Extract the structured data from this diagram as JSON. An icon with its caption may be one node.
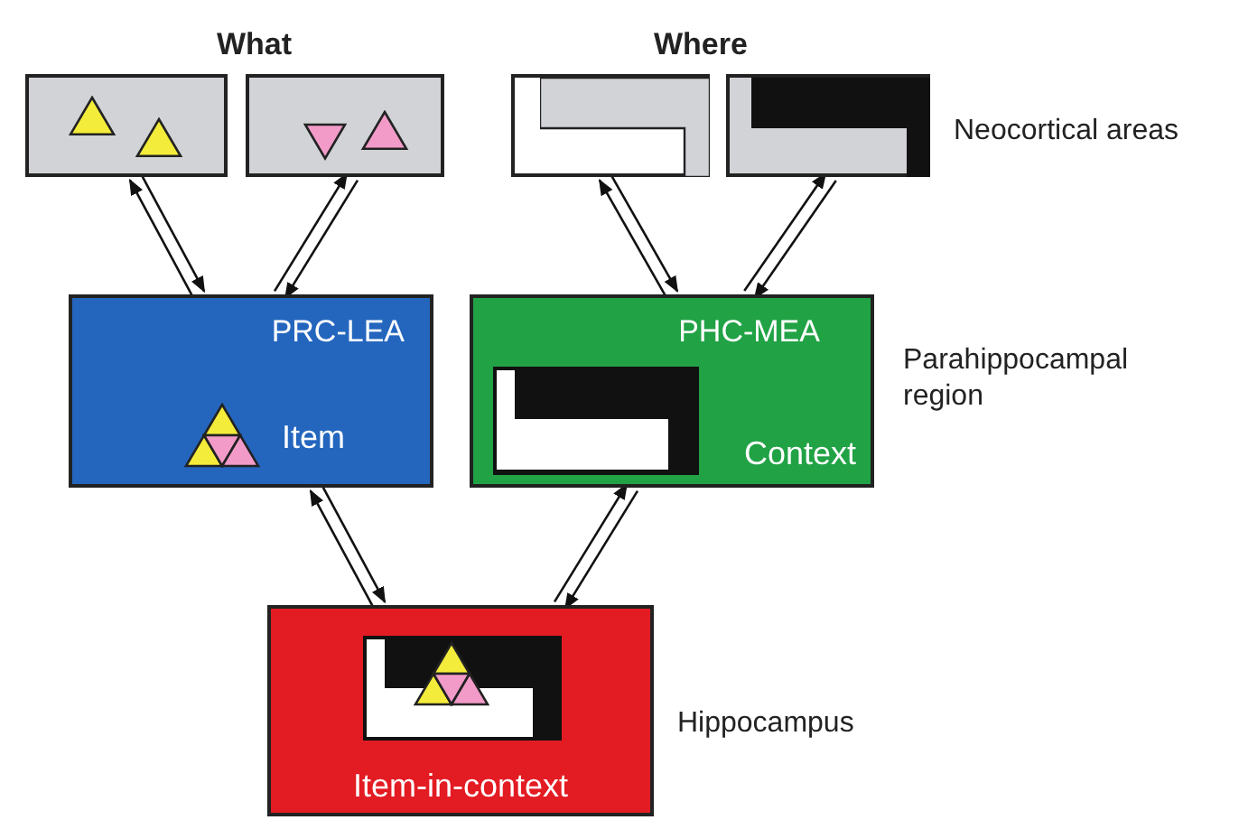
{
  "diagram": {
    "nodes": [
      {
        "text": [],
        "shape": "box"
      },
      {
        "text": [],
        "shape": "box"
      },
      {
        "text": [],
        "shape": "box"
      },
      {
        "text": [],
        "shape": "box"
      },
      {
        "text": [
          "PRC-LEA",
          "Item"
        ]
      },
      {
        "text": [
          "PHC-MEA",
          "Context"
        ]
      },
      {
        "text": [
          "Item-in-context"
        ]
      }
    ],
    "edges": [
      {
        "from": 0,
        "to": 4,
        "arrow": "to"
      },
      {
        "from": 4,
        "to": 0,
        "arrow": "to"
      },
      {
        "from": 1,
        "to": 4,
        "arrow": "to"
      },
      {
        "from": 4,
        "to": 1,
        "arrow": "to"
      },
      {
        "from": 2,
        "to": 5,
        "arrow": "to"
      },
      {
        "from": 5,
        "to": 2,
        "arrow": "to"
      },
      {
        "from": 3,
        "to": 5,
        "arrow": "to"
      },
      {
        "from": 5,
        "to": 3,
        "arrow": "to"
      },
      {
        "from": 4,
        "to": 6,
        "arrow": "to"
      },
      {
        "from": 6,
        "to": 4,
        "arrow": "to"
      },
      {
        "from": 5,
        "to": 6,
        "arrow": "to"
      },
      {
        "from": 6,
        "to": 5,
        "arrow": "to"
      }
    ],
    "labels": [
      "What",
      "Where",
      "Neocortical areas",
      "Parahippocampal region",
      "Hippocampus"
    ]
  }
}
